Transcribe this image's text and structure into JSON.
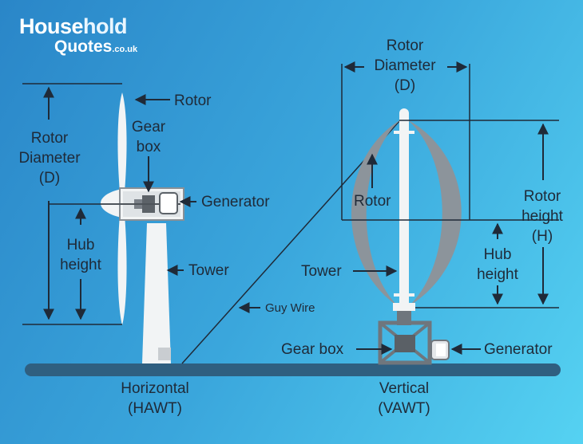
{
  "logo": {
    "word1_a": "House",
    "word1_b": "hold",
    "word2": "Quotes",
    "tld": ".co.uk"
  },
  "hawt": {
    "rotor_diameter": [
      "Rotor",
      "Diameter",
      "(D)"
    ],
    "rotor": "Rotor",
    "gearbox": [
      "Gear",
      "box"
    ],
    "generator": "Generator",
    "hub_height": [
      "Hub",
      "height"
    ],
    "tower": "Tower",
    "caption": [
      "Horizontal",
      "(HAWT)"
    ]
  },
  "guy_wire": "Guy Wire",
  "vawt": {
    "rotor_diameter": [
      "Rotor",
      "Diameter",
      "(D)"
    ],
    "rotor": "Rotor",
    "rotor_height": [
      "Rotor",
      "height",
      "(H)"
    ],
    "hub_height": [
      "Hub",
      "height"
    ],
    "tower": "Tower",
    "gearbox": "Gear box",
    "generator": "Generator",
    "caption": [
      "Vertical",
      "(VAWT)"
    ]
  },
  "colors": {
    "dark": "#1f2a38",
    "ground": "#2f5f80",
    "white": "#f2f4f5",
    "frame": "#7a8087"
  }
}
